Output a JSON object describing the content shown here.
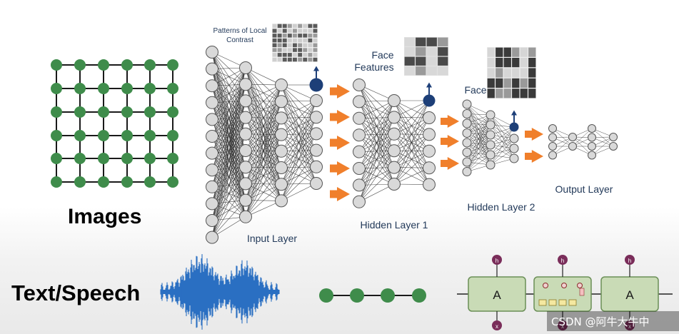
{
  "labels": {
    "images": "Images",
    "text_speech": "Text/Speech",
    "patterns": [
      "Patterns of Local",
      "Contrast"
    ],
    "face_features": [
      "Face",
      "Features"
    ],
    "face": "Face",
    "input_layer": "Input Layer",
    "hidden_layer_1": "Hidden Layer 1",
    "hidden_layer_2": "Hidden Layer 2",
    "output_layer": "Output Layer",
    "rnn_cell_left": "A",
    "rnn_cell_right": "A",
    "rnn_outputs": [
      "h",
      "h",
      "h"
    ],
    "rnn_inputs": [
      "x",
      "x",
      "x"
    ],
    "watermark": "CSDN @阿牛大牛中"
  },
  "colors": {
    "node_green": "#3f8c4b",
    "grid_line": "#1a1a1a",
    "neuron_fill": "#d9d9d9",
    "neuron_stroke": "#555555",
    "highlight_node": "#1d3f78",
    "arrow_orange": "#f07f2b",
    "wave_blue": "#2a6fc2",
    "rnn_box_fill": "#c9dbb6",
    "rnn_box_stroke": "#6b8f57",
    "rnn_node": "#7a2d5a"
  },
  "icons": [
    "face-thumbnails-image",
    "local-contrast-image",
    "face-features-image"
  ]
}
